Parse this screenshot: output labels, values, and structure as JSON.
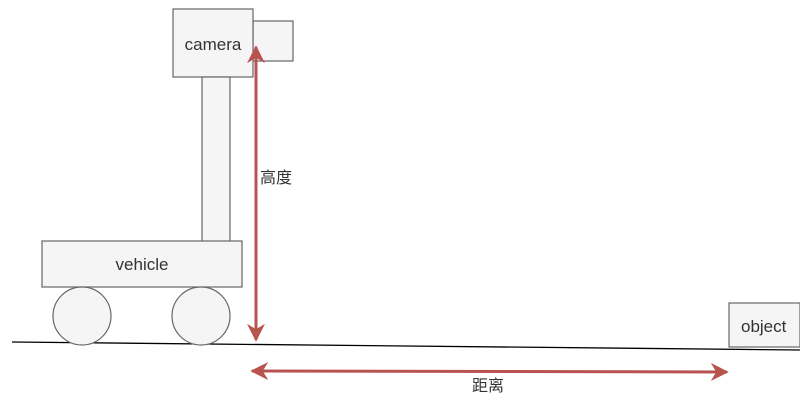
{
  "labels": {
    "camera": "camera",
    "vehicle": "vehicle",
    "object": "object",
    "height": "高度",
    "distance": "距离"
  },
  "colors": {
    "box_fill": "#f5f5f5",
    "box_stroke": "#666666",
    "arrow": "#b85450",
    "ground": "#000000",
    "text": "#333333"
  }
}
